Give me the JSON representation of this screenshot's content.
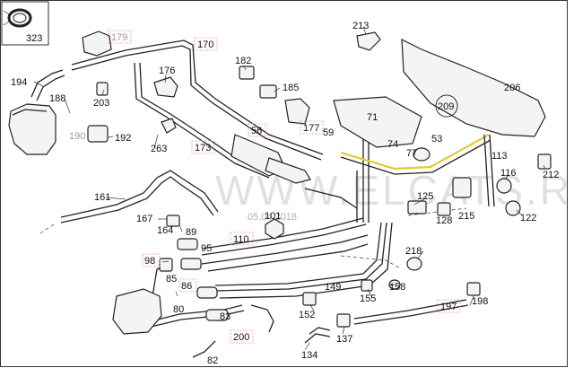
{
  "watermark": "WWW.ELCATS.RU",
  "stamp": "05.04.2018",
  "accent": "#e4c93a",
  "callouts": [
    {
      "n": "323",
      "boxed": false
    },
    {
      "n": "179",
      "boxed": true
    },
    {
      "n": "170",
      "boxed": true
    },
    {
      "n": "213",
      "boxed": false
    },
    {
      "n": "194",
      "boxed": false
    },
    {
      "n": "188",
      "boxed": false
    },
    {
      "n": "203",
      "boxed": false
    },
    {
      "n": "176",
      "boxed": false
    },
    {
      "n": "182",
      "boxed": false
    },
    {
      "n": "185",
      "boxed": false
    },
    {
      "n": "206",
      "boxed": false
    },
    {
      "n": "209",
      "boxed": false
    },
    {
      "n": "190",
      "boxed": false
    },
    {
      "n": "192",
      "boxed": false
    },
    {
      "n": "263",
      "boxed": false
    },
    {
      "n": "173",
      "boxed": true
    },
    {
      "n": "56",
      "boxed": true
    },
    {
      "n": "177",
      "boxed": true
    },
    {
      "n": "59",
      "boxed": false
    },
    {
      "n": "71",
      "boxed": false
    },
    {
      "n": "74",
      "boxed": false
    },
    {
      "n": "53",
      "boxed": false
    },
    {
      "n": "77",
      "boxed": false
    },
    {
      "n": "113",
      "boxed": false
    },
    {
      "n": "116",
      "boxed": false
    },
    {
      "n": "212",
      "boxed": false
    },
    {
      "n": "161",
      "boxed": false
    },
    {
      "n": "167",
      "boxed": false
    },
    {
      "n": "164",
      "boxed": false
    },
    {
      "n": "101",
      "boxed": false
    },
    {
      "n": "125",
      "boxed": false
    },
    {
      "n": "128",
      "boxed": false
    },
    {
      "n": "215",
      "boxed": false
    },
    {
      "n": "122",
      "boxed": false
    },
    {
      "n": "89",
      "boxed": false
    },
    {
      "n": "95",
      "boxed": false
    },
    {
      "n": "110",
      "boxed": true
    },
    {
      "n": "218",
      "boxed": false
    },
    {
      "n": "98",
      "boxed": true
    },
    {
      "n": "85",
      "boxed": false
    },
    {
      "n": "86",
      "boxed": true
    },
    {
      "n": "149",
      "boxed": false
    },
    {
      "n": "158",
      "boxed": false
    },
    {
      "n": "155",
      "boxed": false
    },
    {
      "n": "152",
      "boxed": false
    },
    {
      "n": "197",
      "boxed": true
    },
    {
      "n": "198",
      "boxed": false
    },
    {
      "n": "80",
      "boxed": false
    },
    {
      "n": "83",
      "boxed": false
    },
    {
      "n": "137",
      "boxed": false
    },
    {
      "n": "200",
      "boxed": true
    },
    {
      "n": "82",
      "boxed": false
    },
    {
      "n": "134",
      "boxed": false
    }
  ]
}
